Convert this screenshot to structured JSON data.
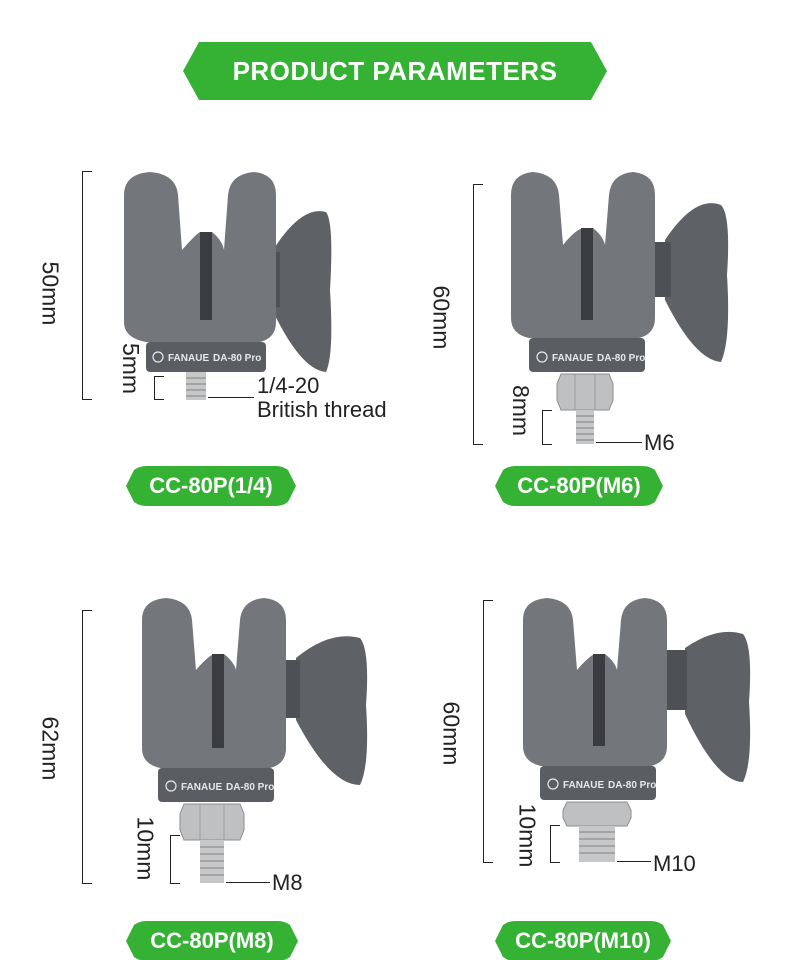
{
  "header": {
    "title": "PRODUCT PARAMETERS"
  },
  "colors": {
    "accent": "#35b233",
    "metal": "#6b6e73",
    "thread": "#c9c9c9"
  },
  "products": [
    {
      "model": "CC-80P(1/4)",
      "height": "50mm",
      "thread_length": "5mm",
      "thread_label_1": "1/4-20",
      "thread_label_2": "British thread",
      "brand": "FANAUE",
      "brand_model": "DA-80 Pro"
    },
    {
      "model": "CC-80P(M6)",
      "height": "60mm",
      "thread_length": "8mm",
      "thread_label_1": "M6",
      "brand": "FANAUE",
      "brand_model": "DA-80 Pro"
    },
    {
      "model": "CC-80P(M8)",
      "height": "62mm",
      "thread_length": "10mm",
      "thread_label_1": "M8",
      "brand": "FANAUE",
      "brand_model": "DA-80 Pro"
    },
    {
      "model": "CC-80P(M10)",
      "height": "60mm",
      "thread_length": "10mm",
      "thread_label_1": "M10",
      "brand": "FANAUE",
      "brand_model": "DA-80 Pro"
    }
  ]
}
